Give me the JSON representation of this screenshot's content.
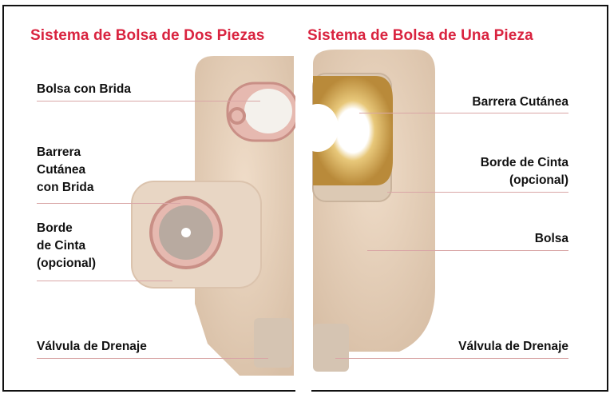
{
  "titles": {
    "left": "Sistema de Bolsa de Dos Piezas",
    "right": "Sistema de Bolsa de Una Pieza"
  },
  "left_labels": {
    "pouch_flange": "Bolsa con Brida",
    "barrier_flange": [
      "Barrera",
      "Cutánea",
      "con Brida"
    ],
    "tape_border": [
      "Borde",
      "de Cinta",
      "(opcional)"
    ],
    "drain_valve": "Válvula de Drenaje"
  },
  "right_labels": {
    "skin_barrier": "Barrera Cutánea",
    "tape_border": [
      "Borde de Cinta",
      "(opcional)"
    ],
    "pouch": "Bolsa",
    "drain_valve": "Válvula de Drenaje"
  },
  "colors": {
    "title": "#d9233f",
    "pouch_fabric": "#e3cdb6",
    "flange": "#e6b9b0",
    "barrier_ring": "#c79a45",
    "leader_line": "#d9a6a6"
  }
}
